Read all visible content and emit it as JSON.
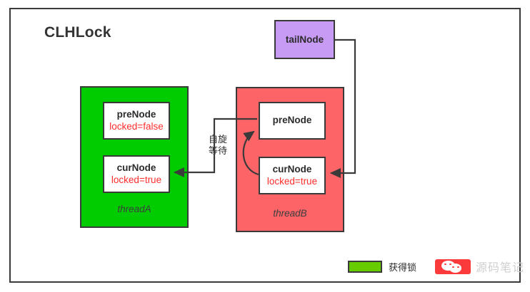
{
  "diagram": {
    "title": "CLHLock",
    "tail": {
      "label": "tailNode",
      "color": "#c79af4"
    },
    "threads": [
      {
        "id": "threadA",
        "label": "threadA",
        "color": "#00cc00",
        "nodes": [
          {
            "name": "preNode",
            "state": "locked=false"
          },
          {
            "name": "curNode",
            "state": "locked=true"
          }
        ]
      },
      {
        "id": "threadB",
        "label": "threadB",
        "color": "#fc6468",
        "nodes": [
          {
            "name": "preNode",
            "state": ""
          },
          {
            "name": "curNode",
            "state": "locked=true"
          }
        ]
      }
    ],
    "annotations": {
      "spin_wait_line1": "自旋",
      "spin_wait_line2": "等待"
    }
  },
  "legend": {
    "acquire_lock_label": "获得锁",
    "acquire_lock_color": "#66cc00",
    "watermark": "源码笔记",
    "wechat_color": "#fb3b3b"
  }
}
